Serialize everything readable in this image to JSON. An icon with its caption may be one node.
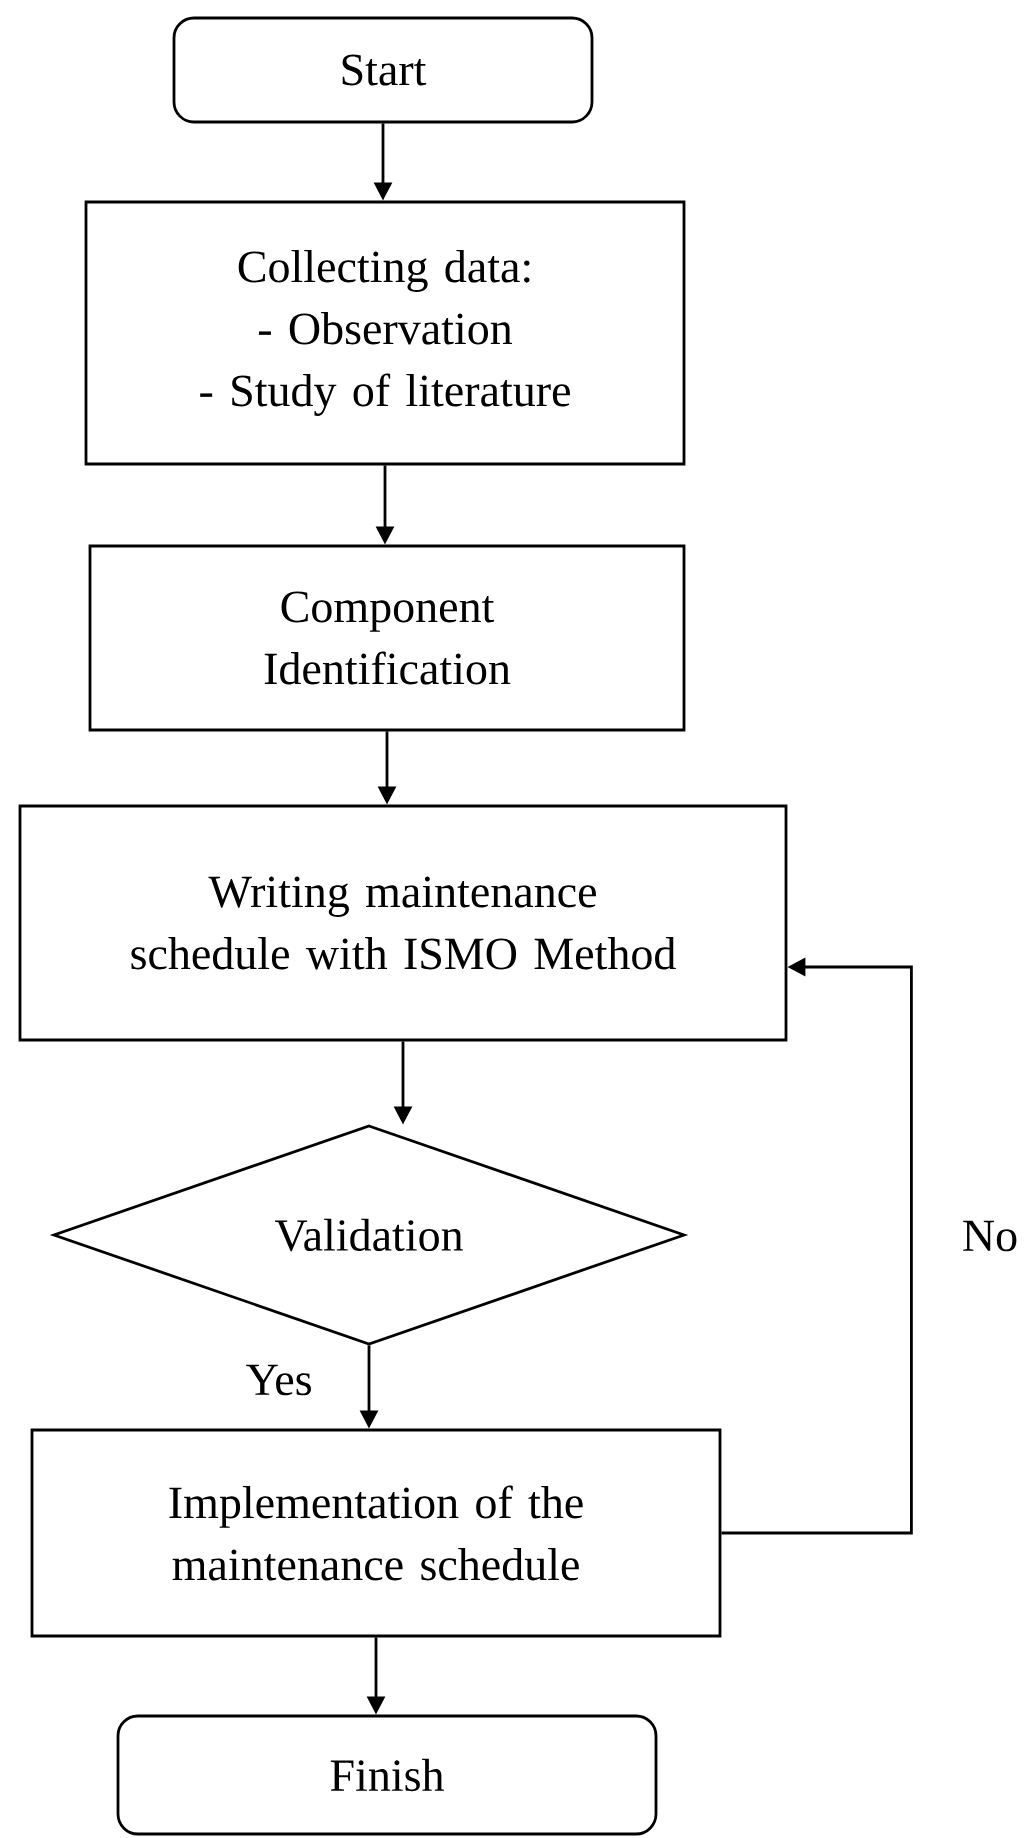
{
  "diagram": {
    "nodes": [
      {
        "text": [
          "Start"
        ]
      },
      {
        "text": [
          "Collecting data:",
          "- Observation",
          "- Study of literature"
        ]
      },
      {
        "text": [
          "Component Identification"
        ]
      },
      {
        "text": [
          "Writing maintenance schedule with ISMO Method"
        ]
      },
      {
        "text": [
          "Validation"
        ]
      },
      {
        "text": [
          "Implementation of the maintenance schedule"
        ]
      },
      {
        "text": [
          "Finish"
        ]
      }
    ],
    "edges": [
      {
        "from": 0,
        "to": 1,
        "arrow": "to"
      },
      {
        "from": 1,
        "to": 2,
        "arrow": "to"
      },
      {
        "from": 2,
        "to": 3,
        "arrow": "to"
      },
      {
        "from": 3,
        "to": 4,
        "arrow": "to"
      },
      {
        "from": 4,
        "to": 5,
        "arrow": "to",
        "label": "Yes"
      },
      {
        "from": 5,
        "to": 3,
        "arrow": "to",
        "label": "No"
      },
      {
        "from": 5,
        "to": 6,
        "arrow": "to"
      }
    ]
  }
}
